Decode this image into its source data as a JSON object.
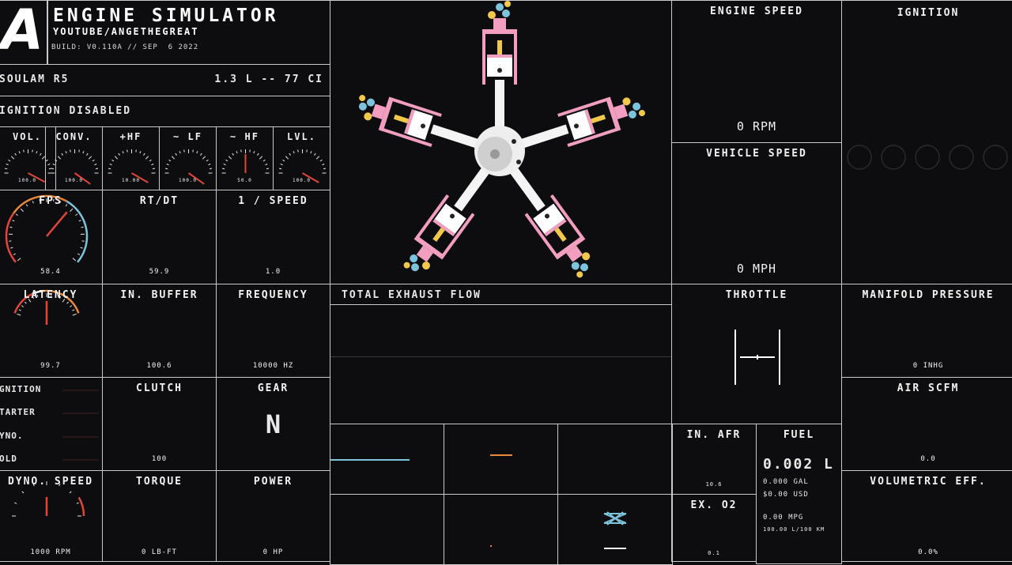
{
  "header": {
    "logo": "A",
    "title": "ENGINE SIMULATOR",
    "subtitle": "YOUTUBE/ANGETHEGREAT",
    "build": "BUILD: V0.110A // SEP  6 2022"
  },
  "engine_info": {
    "name": "SOULAM R5",
    "displacement": "1.3 L -- 77 CI"
  },
  "ignition_status": "IGNITION DISABLED",
  "small_gauges": [
    {
      "label": "VOL.",
      "value": "100.0"
    },
    {
      "label": "CONV.",
      "value": "100.0"
    },
    {
      "label": "+HF",
      "value": "10.00"
    },
    {
      "label": "~ LF",
      "value": "100.0"
    },
    {
      "label": "~ HF",
      "value": "50.0"
    },
    {
      "label": "LVL.",
      "value": "100.0"
    }
  ],
  "gauges": {
    "fps": {
      "label": "FPS",
      "value": "58.4"
    },
    "rtdt": {
      "label": "RT/DT",
      "value": "59.9"
    },
    "speed_inv": {
      "label": "1 / SPEED",
      "value": "1.0"
    },
    "latency": {
      "label": "LATENCY",
      "value": "99.7"
    },
    "in_buffer": {
      "label": "IN. BUFFER",
      "value": "100.6"
    },
    "frequency": {
      "label": "FREQUENCY",
      "value": "10000 HZ"
    },
    "clutch": {
      "label": "CLUTCH",
      "value": "100"
    },
    "gear": {
      "label": "GEAR",
      "value": "N"
    },
    "dyno_speed": {
      "label": "DYNO. SPEED",
      "value": "1000 RPM"
    },
    "torque": {
      "label": "TORQUE",
      "value": "0 LB-FT"
    },
    "power": {
      "label": "POWER",
      "value": "0 HP"
    },
    "engine_speed": {
      "label": "ENGINE SPEED",
      "value": "0 RPM"
    },
    "vehicle_speed": {
      "label": "VEHICLE SPEED",
      "value": "0 MPH"
    },
    "manifold_pressure": {
      "label": "MANIFOLD PRESSURE",
      "value": "0 INHG"
    },
    "air_scfm": {
      "label": "AIR SCFM",
      "value": "0.0"
    },
    "volumetric_eff": {
      "label": "VOLUMETRIC EFF.",
      "value": "0.0%"
    },
    "in_afr": {
      "label": "IN. AFR",
      "value": "10.6"
    },
    "ex_o2": {
      "label": "EX. O2",
      "value": "0.1"
    }
  },
  "toggles": [
    "GNITION",
    "TARTER",
    "YNO.",
    "OLD"
  ],
  "ignition_panel": {
    "label": "IGNITION",
    "indicators": 5
  },
  "throttle": {
    "label": "THROTTLE"
  },
  "exhaust": {
    "label": "TOTAL EXHAUST FLOW"
  },
  "fuel": {
    "label": "FUEL",
    "main": "0.002 L",
    "gal": "0.000 GAL",
    "usd": "$0.00 USD",
    "mpg": "0.00 MPG",
    "l100": "100.00 L/100 KM"
  },
  "colors": {
    "bg": "#0d0d0f",
    "needle": "#e0463a",
    "orange": "#e8873a",
    "blue": "#7cc3dc",
    "pink": "#f29ec0",
    "green": "#a8c85a",
    "yellow": "#f2c84a"
  }
}
